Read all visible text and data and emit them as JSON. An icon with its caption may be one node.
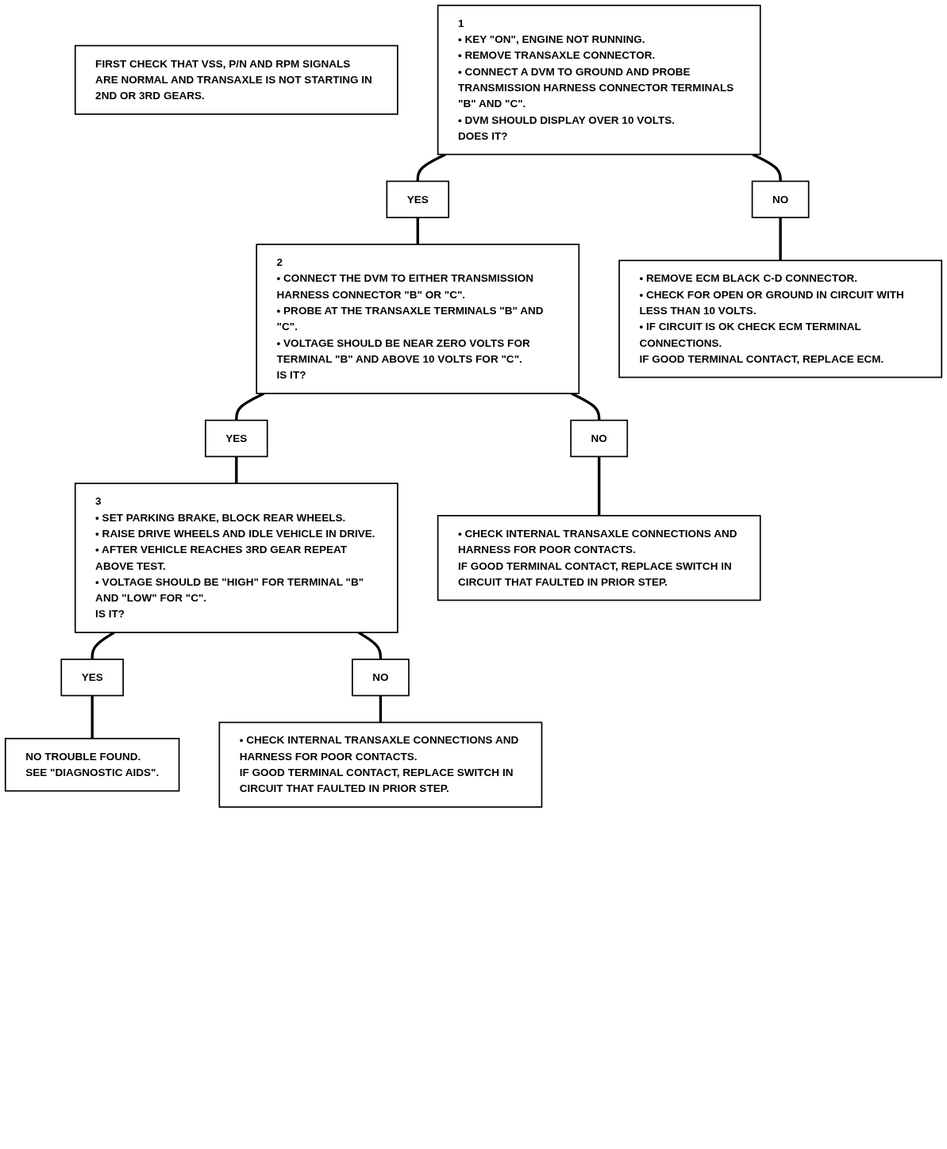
{
  "diagram": {
    "nodes": [
      {
        "text": [
          "FIRST CHECK THAT VSS, P/N AND RPM SIGNALS ARE NORMAL AND TRANSAXLE IS NOT STARTING IN 2ND OR 3RD GEARS."
        ]
      },
      {
        "text": [
          "1",
          "• KEY \"ON\", ENGINE NOT RUNNING.",
          "• REMOVE TRANSAXLE CONNECTOR.",
          "• CONNECT A DVM TO GROUND AND PROBE TRANSMISSION HARNESS CONNECTOR TERMINALS \"B\" AND \"C\".",
          "• DVM SHOULD DISPLAY OVER 10 VOLTS.",
          "DOES IT?"
        ]
      },
      {
        "text": [
          "YES"
        ]
      },
      {
        "text": [
          "NO"
        ]
      },
      {
        "text": [
          "2",
          "• CONNECT THE DVM TO EITHER TRANSMISSION HARNESS CONNECTOR \"B\" OR \"C\".",
          "• PROBE AT THE TRANSAXLE TERMINALS \"B\" AND \"C\".",
          "• VOLTAGE SHOULD BE NEAR ZERO VOLTS FOR TERMINAL \"B\" AND ABOVE 10 VOLTS FOR \"C\".",
          "IS IT?"
        ]
      },
      {
        "text": [
          "• REMOVE ECM BLACK C-D CONNECTOR.",
          "• CHECK FOR OPEN OR GROUND IN CIRCUIT WITH LESS THAN 10 VOLTS.",
          "• IF CIRCUIT IS OK CHECK ECM TERMINAL CONNECTIONS.",
          "IF GOOD TERMINAL CONTACT, REPLACE ECM."
        ]
      },
      {
        "text": [
          "YES"
        ]
      },
      {
        "text": [
          "NO"
        ]
      },
      {
        "text": [
          "3",
          "• SET PARKING BRAKE, BLOCK REAR WHEELS.",
          "• RAISE DRIVE WHEELS AND IDLE VEHICLE IN DRIVE.",
          "• AFTER VEHICLE REACHES 3RD GEAR REPEAT ABOVE TEST.",
          "• VOLTAGE SHOULD BE \"HIGH\" FOR TERMINAL \"B\" AND \"LOW\" FOR \"C\".",
          "IS IT?"
        ]
      },
      {
        "text": [
          "• CHECK INTERNAL TRANSAXLE CONNECTIONS AND HARNESS FOR POOR CONTACTS.",
          "IF GOOD TERMINAL CONTACT, REPLACE SWITCH IN CIRCUIT THAT FAULTED IN PRIOR STEP."
        ]
      },
      {
        "text": [
          "YES"
        ]
      },
      {
        "text": [
          "NO"
        ]
      },
      {
        "text": [
          "NO TROUBLE FOUND.",
          "SEE \"DIAGNOSTIC AIDS\"."
        ]
      },
      {
        "text": [
          "• CHECK INTERNAL TRANSAXLE CONNECTIONS AND HARNESS FOR POOR CONTACTS.",
          "IF GOOD TERMINAL CONTACT, REPLACE SWITCH IN CIRCUIT THAT FAULTED IN PRIOR STEP."
        ]
      }
    ],
    "edges": [
      {
        "from": 1,
        "to": 2,
        "arrow": "none"
      },
      {
        "from": 1,
        "to": 3,
        "arrow": "none"
      },
      {
        "from": 2,
        "to": 4,
        "arrow": "none"
      },
      {
        "from": 3,
        "to": 5,
        "arrow": "none"
      },
      {
        "from": 4,
        "to": 6,
        "arrow": "none"
      },
      {
        "from": 4,
        "to": 7,
        "arrow": "none"
      },
      {
        "from": 6,
        "to": 8,
        "arrow": "none"
      },
      {
        "from": 7,
        "to": 9,
        "arrow": "none"
      },
      {
        "from": 8,
        "to": 10,
        "arrow": "none"
      },
      {
        "from": 8,
        "to": 11,
        "arrow": "none"
      },
      {
        "from": 10,
        "to": 12,
        "arrow": "none"
      },
      {
        "from": 11,
        "to": 13,
        "arrow": "none"
      }
    ]
  }
}
